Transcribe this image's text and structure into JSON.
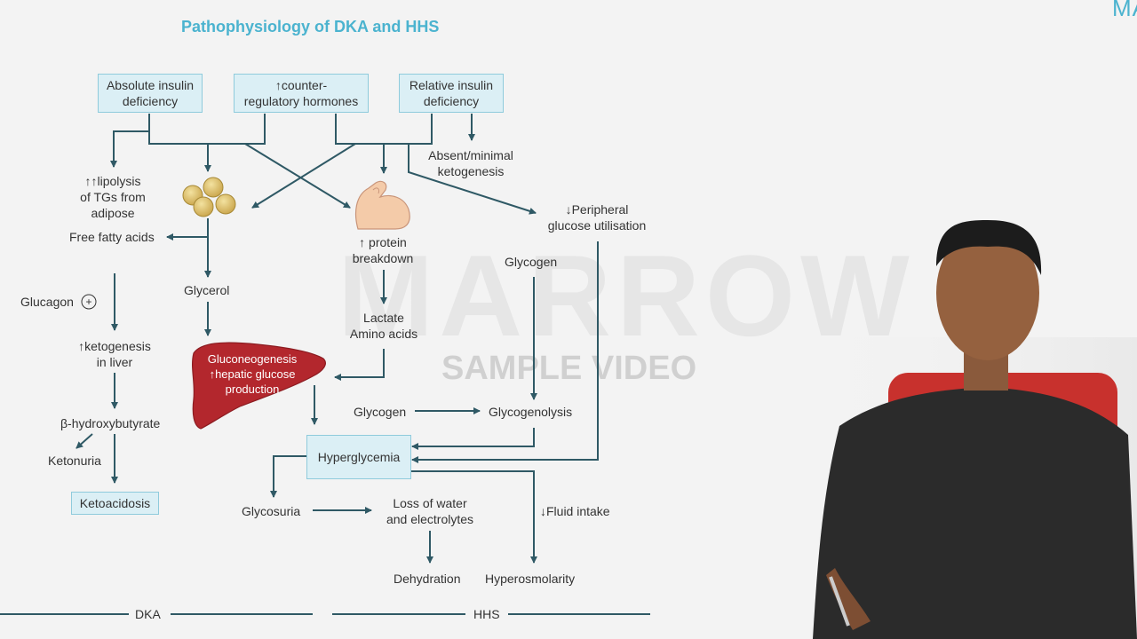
{
  "title": "Pathophysiology of DKA and HHS",
  "brand": "MA",
  "colors": {
    "title": "#4bb3cf",
    "arrow": "#2f5965",
    "box_fill": "#dbeff5",
    "box_border": "#8fcbdc",
    "liver": "#b3272d"
  },
  "boxes": {
    "absolute": {
      "line1": "Absolute insulin",
      "line2": "deficiency"
    },
    "counter": {
      "line1": "↑counter-",
      "line2": "regulatory hormones"
    },
    "relative": {
      "line1": "Relative insulin",
      "line2": "deficiency"
    },
    "hyperglycemia": "Hyperglycemia",
    "ketoacidosis": "Ketoacidosis"
  },
  "labels": {
    "absent": {
      "line1": "Absent/minimal",
      "line2": "ketogenesis"
    },
    "lipolysis": {
      "line1": "↑↑lipolysis",
      "line2": "of TGs from",
      "line3": "adipose"
    },
    "peripheral": {
      "line1": "↓Peripheral",
      "line2": "glucose utilisation"
    },
    "ffa": "Free fatty acids",
    "protein": {
      "line1": "↑ protein",
      "line2": "breakdown"
    },
    "glycogen_top": "Glycogen",
    "glycerol": "Glycerol",
    "glucagon": "Glucagon",
    "glucagon_sign": "+",
    "lactate": {
      "line1": "Lactate",
      "line2": "Amino acids"
    },
    "ketogenesis": {
      "line1": "↑ketogenesis",
      "line2": "in liver"
    },
    "liver": {
      "line1": "Gluconeogenesis",
      "line2": "↑hepatic glucose",
      "line3": "production"
    },
    "glycogen_mid": "Glycogen",
    "glycogenolysis": "Glycogenolysis",
    "bhb": "β-hydroxybutyrate",
    "ketonuria": "Ketonuria",
    "glycosuria": "Glycosuria",
    "loss": {
      "line1": "Loss of water",
      "line2": "and electrolytes"
    },
    "fluid": "↓Fluid intake",
    "dehydration": "Dehydration",
    "hyperosmolarity": "Hyperosmolarity"
  },
  "footer": {
    "left": "DKA",
    "right": "HHS"
  },
  "watermark": {
    "line1": "MARROW",
    "line2": "SAMPLE VIDEO"
  },
  "icons": {
    "fat_cells": "fat-cells-icon",
    "muscle": "flexed-arm-icon",
    "liver": "liver-icon",
    "presenter": "presenter-video-icon"
  }
}
